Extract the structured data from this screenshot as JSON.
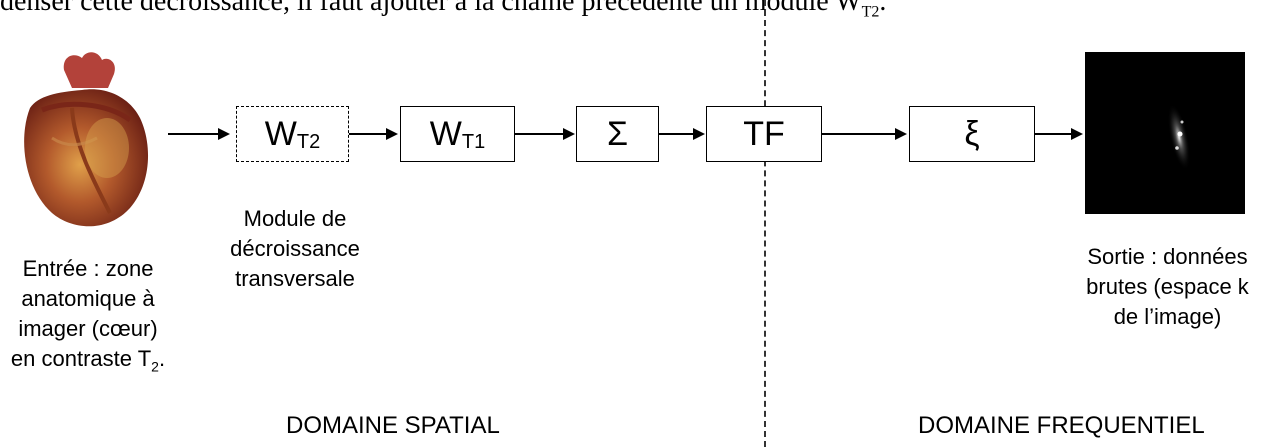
{
  "intro_text": {
    "prefix": "denser cette décroissance, il faut ajouter à la chaîne précédente un module W",
    "subscript": "T2",
    "suffix": "."
  },
  "blocks": {
    "wt2": {
      "main": "W",
      "sub": "T2"
    },
    "wt1": {
      "main": "W",
      "sub": "T1"
    },
    "sum": "Σ",
    "tf": "TF",
    "xi": "ξ"
  },
  "labels": {
    "module": "Module de décroissance transversale",
    "input_line1": "Entrée : zone",
    "input_line2": "anatomique à",
    "input_line3": "imager (cœur)",
    "input_line4": "en contraste T",
    "input_line4_sub": "2",
    "input_line4_end": ".",
    "output_line1": "Sortie : données",
    "output_line2": "brutes (espace k",
    "output_line3": "de l’image)"
  },
  "domains": {
    "spatial": "DOMAINE SPATIAL",
    "frequency": "DOMAINE FREQUENTIEL"
  },
  "images": {
    "input": "heart-illustration",
    "output": "k-space-image"
  }
}
